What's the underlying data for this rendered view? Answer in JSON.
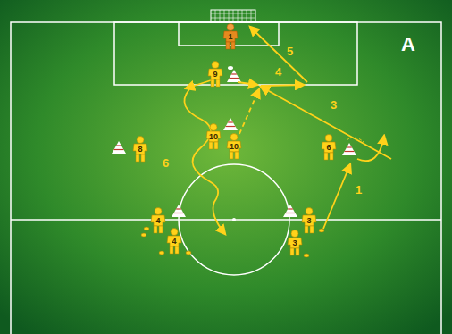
{
  "diagram": {
    "nodes": [
      {
        "text": [
          "1"
        ]
      },
      {
        "text": [
          "9"
        ]
      },
      {
        "text": [
          "10"
        ]
      },
      {
        "text": [
          "10"
        ]
      },
      {
        "text": [
          "8"
        ]
      },
      {
        "text": [
          "6"
        ]
      },
      {
        "text": [
          "4"
        ]
      },
      {
        "text": [
          "4"
        ]
      },
      {
        "text": [
          "3"
        ]
      },
      {
        "text": [
          "3"
        ]
      }
    ],
    "labels": [
      "A",
      "5",
      "4",
      "3",
      "1",
      "6"
    ]
  }
}
